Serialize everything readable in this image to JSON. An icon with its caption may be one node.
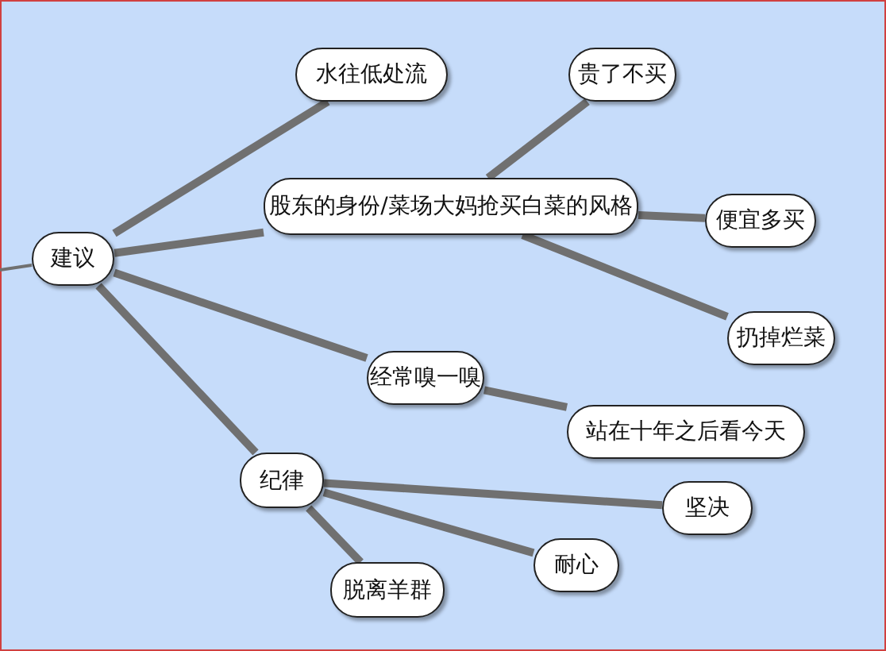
{
  "diagram": {
    "nodes": [
      {
        "text": [
          "建议"
        ]
      },
      {
        "text": [
          "水往低处流"
        ]
      },
      {
        "text": [
          "股东的身份/菜场大妈抢买白菜的风格"
        ]
      },
      {
        "text": [
          "贵了不买"
        ]
      },
      {
        "text": [
          "便宜多买"
        ]
      },
      {
        "text": [
          "扔掉烂菜"
        ]
      },
      {
        "text": [
          "经常嗅一嗅"
        ]
      },
      {
        "text": [
          "站在十年之后看今天"
        ]
      },
      {
        "text": [
          "纪律"
        ]
      },
      {
        "text": [
          "坚决"
        ]
      },
      {
        "text": [
          "耐心"
        ]
      },
      {
        "text": [
          "脱离羊群"
        ]
      }
    ],
    "edges": [
      {
        "from": null,
        "to": 0,
        "arrow": "none"
      },
      {
        "from": 0,
        "to": 1,
        "arrow": "none"
      },
      {
        "from": 0,
        "to": 2,
        "arrow": "none"
      },
      {
        "from": 0,
        "to": 6,
        "arrow": "none"
      },
      {
        "from": 0,
        "to": 8,
        "arrow": "none"
      },
      {
        "from": 2,
        "to": 3,
        "arrow": "none"
      },
      {
        "from": 2,
        "to": 4,
        "arrow": "none"
      },
      {
        "from": 2,
        "to": 5,
        "arrow": "none"
      },
      {
        "from": 6,
        "to": 7,
        "arrow": "none"
      },
      {
        "from": 8,
        "to": 9,
        "arrow": "none"
      },
      {
        "from": 8,
        "to": 10,
        "arrow": "none"
      },
      {
        "from": 8,
        "to": 11,
        "arrow": "none"
      }
    ]
  }
}
